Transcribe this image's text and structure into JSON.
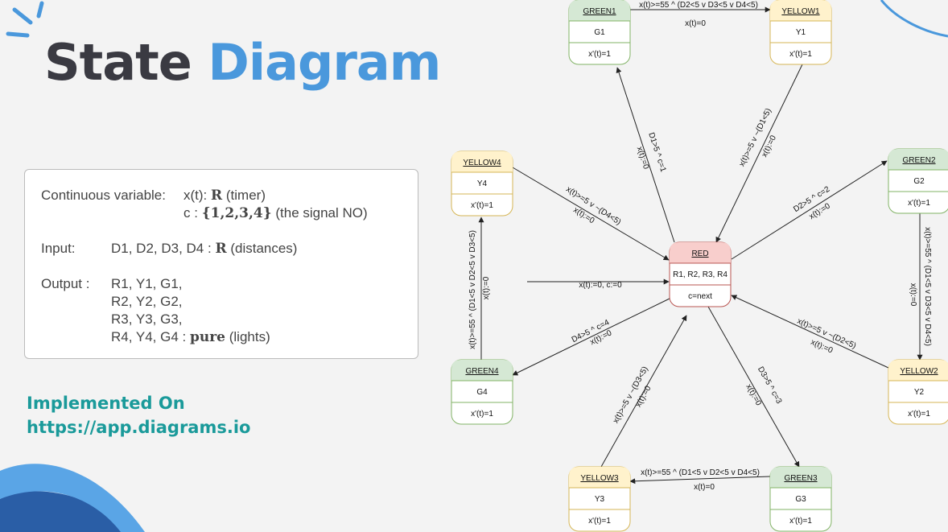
{
  "title": {
    "part1": "State",
    "part2": "Diagram"
  },
  "info_box": {
    "continuous_label": "Continuous variable:",
    "x_var": "x(t):",
    "x_set": "R",
    "x_desc": "(timer)",
    "c_var": "c :",
    "c_set": "{1,2,3,4}",
    "c_desc": "(the signal NO)",
    "input_label": "Input:",
    "input_vars": "D1, D2, D3, D4 :",
    "input_set": "R",
    "input_desc": "(distances)",
    "output_label": "Output :",
    "output_lines": [
      "R1, Y1, G1,",
      "R2, Y2, G2,",
      "R3, Y3, G3,"
    ],
    "output_last": "R4, Y4, G4 :",
    "output_pure": "pure",
    "output_desc": "(lights)"
  },
  "implemented": {
    "line1": "Implemented On",
    "line2": "https://app.diagrams.io"
  },
  "colors": {
    "green_fill": "#d5e8d4",
    "green_stroke": "#82b366",
    "yellow_fill": "#fff2cc",
    "yellow_stroke": "#d6b656",
    "red_fill": "#f8cecc",
    "red_stroke": "#b85450",
    "title_dark": "#3a3a42",
    "title_blue": "#4a98dc",
    "accent_teal": "#1a9a9a"
  },
  "states": [
    {
      "id": "GREEN1",
      "kind": "green",
      "name": "GREEN1",
      "output": "G1",
      "flow": "x'(t)=1"
    },
    {
      "id": "YELLOW1",
      "kind": "yellow",
      "name": "YELLOW1",
      "output": "Y1",
      "flow": "x'(t)=1"
    },
    {
      "id": "GREEN2",
      "kind": "green",
      "name": "GREEN2",
      "output": "G2",
      "flow": "x'(t)=1"
    },
    {
      "id": "YELLOW2",
      "kind": "yellow",
      "name": "YELLOW2",
      "output": "Y2",
      "flow": "x'(t)=1"
    },
    {
      "id": "GREEN3",
      "kind": "green",
      "name": "GREEN3",
      "output": "G3",
      "flow": "x'(t)=1"
    },
    {
      "id": "YELLOW3",
      "kind": "yellow",
      "name": "YELLOW3",
      "output": "Y3",
      "flow": "x'(t)=1"
    },
    {
      "id": "GREEN4",
      "kind": "green",
      "name": "GREEN4",
      "output": "G4",
      "flow": "x'(t)=1"
    },
    {
      "id": "YELLOW4",
      "kind": "yellow",
      "name": "YELLOW4",
      "output": "Y4",
      "flow": "x'(t)=1"
    },
    {
      "id": "RED",
      "kind": "red",
      "name": "RED",
      "output": "R1, R2, R3, R4",
      "flow": "c=next"
    }
  ],
  "transitions": [
    {
      "from": "GREEN1",
      "to": "YELLOW1",
      "guard": "x(t)>=55 ^ (D2<5 v D3<5 v D4<5)",
      "reset": "x(t)=0"
    },
    {
      "from": "YELLOW1",
      "to": "RED",
      "guard": "x(t)>=5 v ~(D1<5)",
      "reset": "x(t):=0"
    },
    {
      "from": "RED",
      "to": "GREEN1",
      "guard": "D1>5 ^ c=1",
      "reset": "x(t):=0"
    },
    {
      "from": "RED",
      "to": "GREEN2",
      "guard": "D2>5 ^ c=2",
      "reset": "x(t):=0"
    },
    {
      "from": "GREEN2",
      "to": "YELLOW2",
      "guard": "x(t)>=55 ^ (D1<5 v D3<5 v D4<5)",
      "reset": "x(t):=0"
    },
    {
      "from": "YELLOW2",
      "to": "RED",
      "guard": "x(t)>=5 v ~(D2<5)",
      "reset": "x(t):=0"
    },
    {
      "from": "RED",
      "to": "GREEN3",
      "guard": "D3>5 ^ c=3",
      "reset": "x(t):=0"
    },
    {
      "from": "GREEN3",
      "to": "YELLOW3",
      "guard": "x(t)>=55 ^ (D1<5 v D2<5 v D4<5)",
      "reset": "x(t)=0"
    },
    {
      "from": "YELLOW3",
      "to": "RED",
      "guard": "x(t)>=5 v ~(D3<5)",
      "reset": "x(t):=0"
    },
    {
      "from": "RED",
      "to": "GREEN4",
      "guard": "D4>5 ^ c=4",
      "reset": "x(t):=0"
    },
    {
      "from": "GREEN4",
      "to": "YELLOW4",
      "guard": "x(t)>=55 ^ (D1<5 v D2<5 v D3<5)",
      "reset": "x(t):=0"
    },
    {
      "from": "YELLOW4",
      "to": "RED",
      "guard": "x(t)>=5 v ~(D4<5)",
      "reset": "x(t):=0"
    },
    {
      "from": "",
      "to": "RED",
      "guard": "",
      "reset": "x(t):=0, c:=0"
    }
  ]
}
